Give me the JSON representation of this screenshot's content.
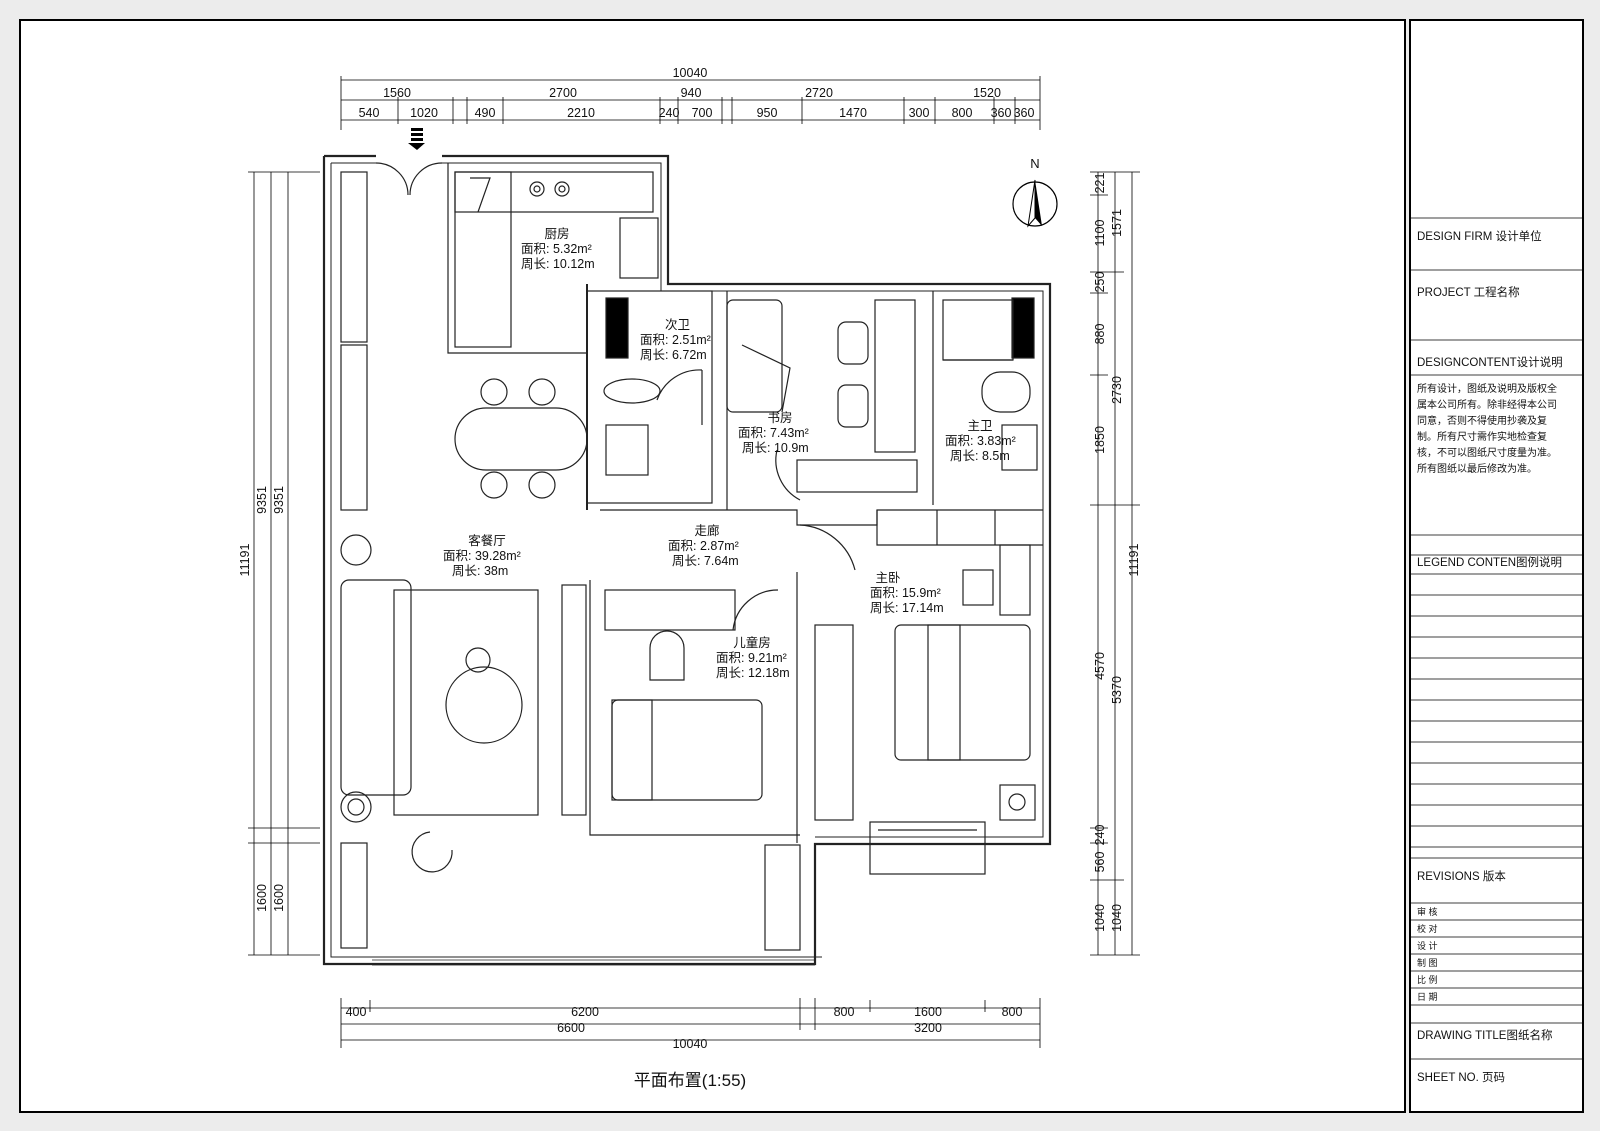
{
  "compass": {
    "label": "N"
  },
  "drawing_title": "平面布置(1:55)",
  "rooms": {
    "kitchen": {
      "name": "厨房",
      "area": "面积: 5.32m²",
      "perimeter": "周长: 10.12m"
    },
    "bath2": {
      "name": "次卫",
      "area": "面积: 2.51m²",
      "perimeter": "周长: 6.72m"
    },
    "study": {
      "name": "书房",
      "area": "面积: 7.43m²",
      "perimeter": "周长: 10.9m"
    },
    "masterbath": {
      "name": "主卫",
      "area": "面积: 3.83m²",
      "perimeter": "周长: 8.5m"
    },
    "living": {
      "name": "客餐厅",
      "area": "面积: 39.28m²",
      "perimeter": "周长: 38m"
    },
    "corridor": {
      "name": "走廊",
      "area": "面积: 2.87m²",
      "perimeter": "周长: 7.64m"
    },
    "master": {
      "name": "主卧",
      "area": "面积: 15.9m²",
      "perimeter": "周长: 17.14m"
    },
    "kids": {
      "name": "儿童房",
      "area": "面积: 9.21m²",
      "perimeter": "周长: 12.18m"
    }
  },
  "dimensions": {
    "top_total": "10040",
    "top_row1": [
      "1560",
      "2700",
      "940",
      "2720",
      "1520"
    ],
    "top_row2": [
      "540",
      "1020",
      "490",
      "2210",
      "240",
      "700",
      "950",
      "1470",
      "300",
      "800",
      "360",
      "360"
    ],
    "bottom_row1": [
      "400",
      "6200",
      "800",
      "1600",
      "800"
    ],
    "bottom_row2": [
      "6600",
      "3200"
    ],
    "bottom_total": "10040",
    "left_outer": "11191",
    "left_mid": [
      "9351",
      "1600"
    ],
    "left_inner": [
      "9351",
      "1600"
    ],
    "right_inner": [
      "221",
      "1100",
      "250",
      "880",
      "1850",
      "4570",
      "240",
      "560",
      "1040"
    ],
    "right_mid": [
      "1571",
      "2730",
      "5370",
      "1040"
    ],
    "right_outer": "11191"
  },
  "title_block": {
    "design_firm": "DESIGN FIRM  设计单位",
    "project": "PROJECT    工程名称",
    "design_content": "DESIGNCONTENT设计说明",
    "notes": [
      "所有设计，图纸及说明及版权全",
      "属本公司所有。除非经得本公司",
      "同意，否则不得使用抄袭及复",
      "制。所有尺寸需作实地检查复",
      "核，不可以图纸尺寸度量为准。",
      "所有图纸以最后修改为准。"
    ],
    "legend": "LEGEND CONTEN图例说明",
    "revisions": "REVISIONS   版本",
    "roles": [
      "审  核",
      "校  对",
      "设  计",
      "制  图",
      "比  例",
      "日  期"
    ],
    "drawing_title": "DRAWING TITLE图纸名称",
    "sheet_no": "SHEET NO.    页码"
  }
}
